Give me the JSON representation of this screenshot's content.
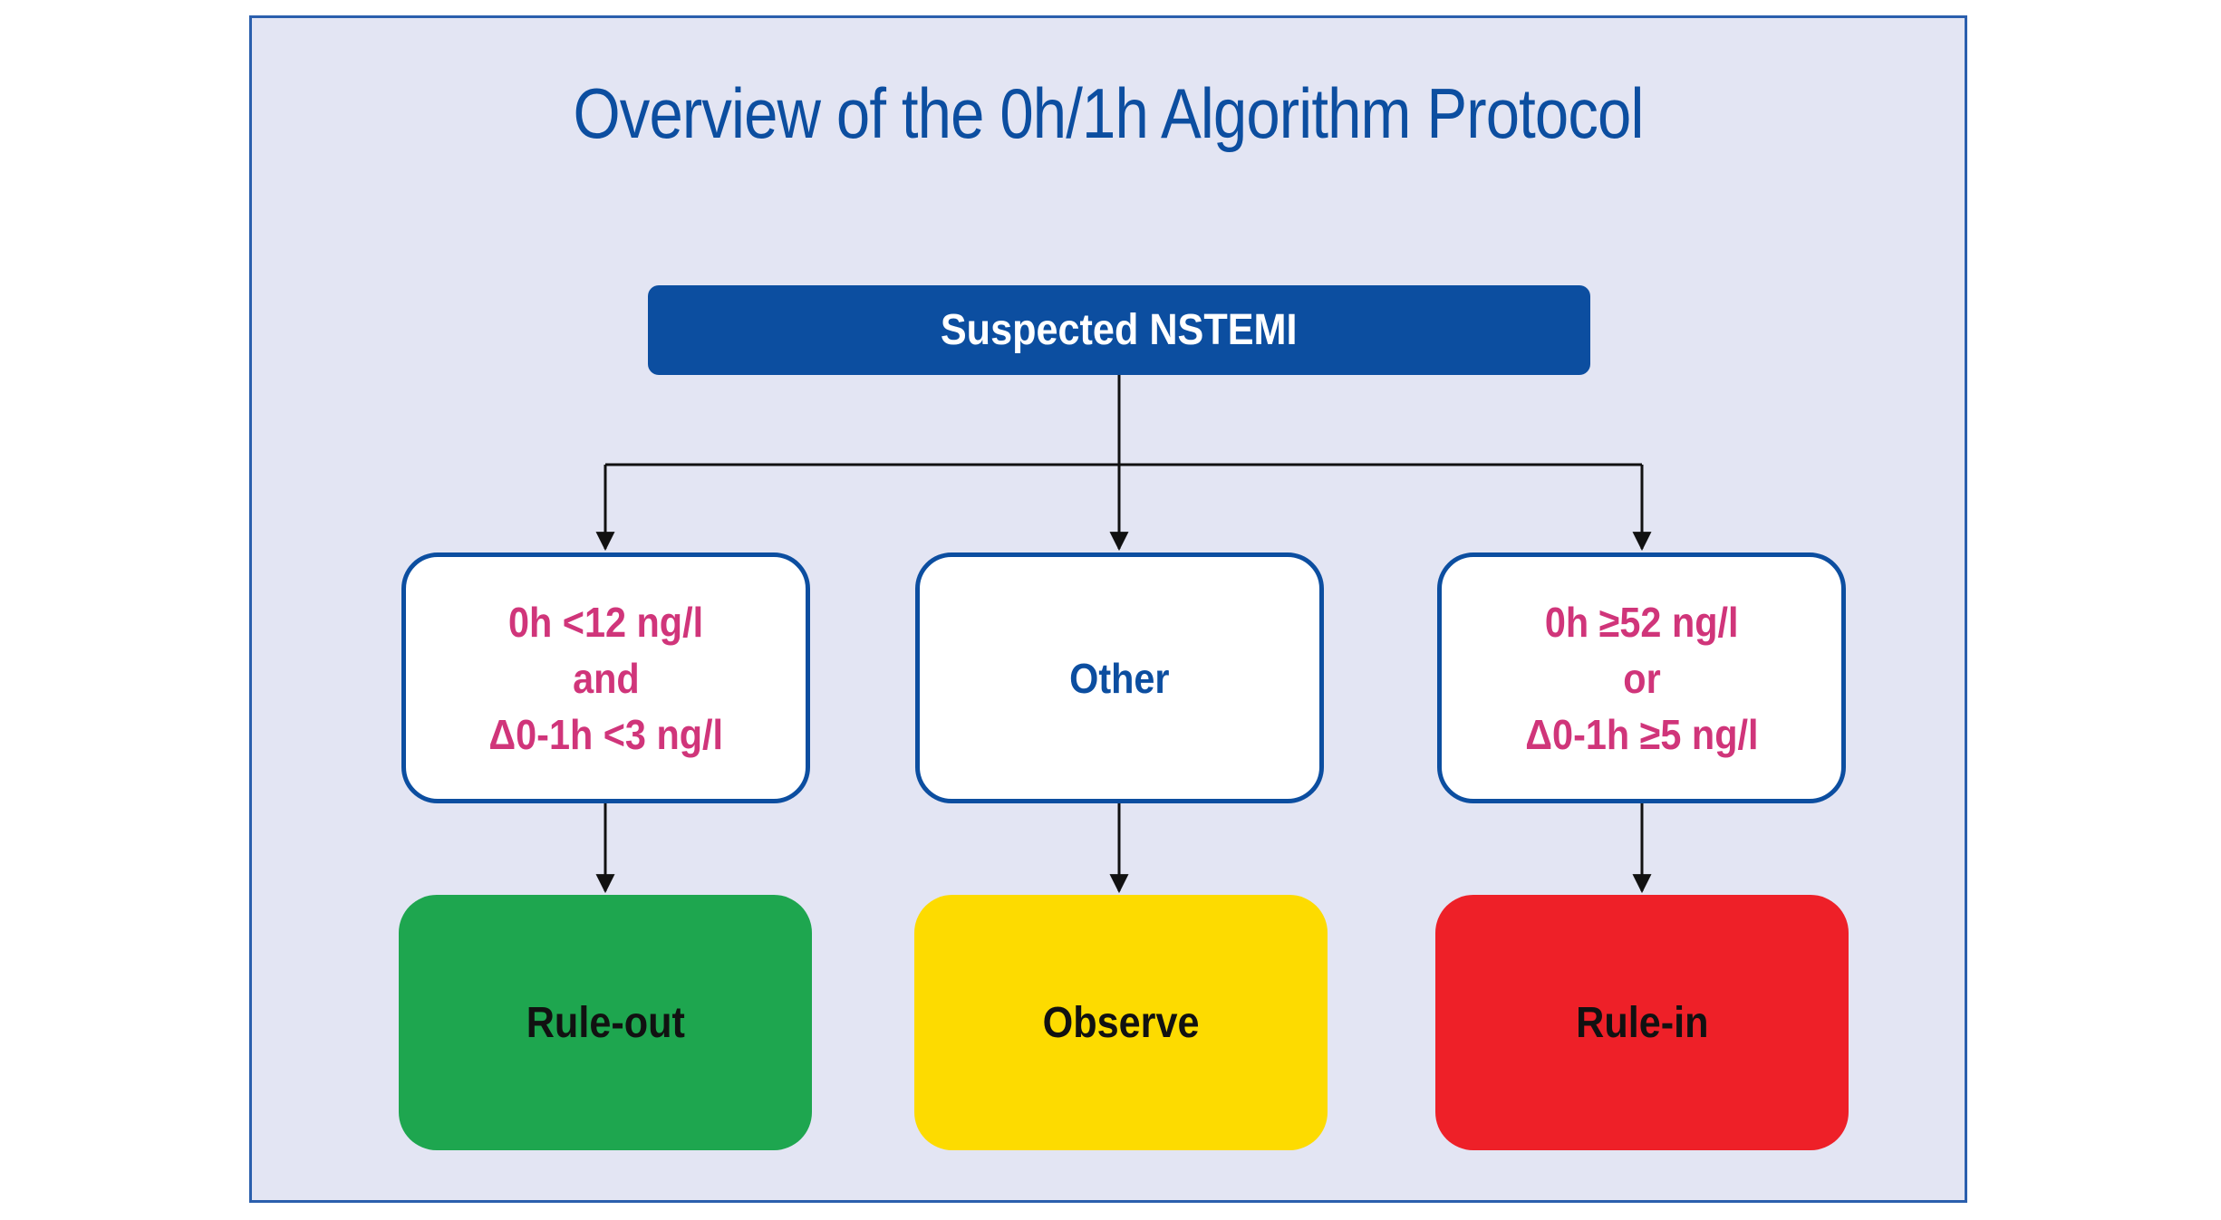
{
  "title": "Overview of the 0h/1h Algorithm Protocol",
  "start": {
    "label": "Suspected NSTEMI"
  },
  "branches": [
    {
      "condition_lines": [
        "0h <12 ng/l",
        "and",
        "Δ0-1h <3 ng/l"
      ],
      "outcome": "Rule-out",
      "outcome_color": "#1ea64f"
    },
    {
      "condition_lines": [
        "Other"
      ],
      "outcome": "Observe",
      "outcome_color": "#fddb00"
    },
    {
      "condition_lines": [
        "0h ≥52 ng/l",
        "or",
        "Δ0-1h ≥5 ng/l"
      ],
      "outcome": "Rule-in",
      "outcome_color": "#ee2028"
    }
  ],
  "colors": {
    "panel_background": "#e3e5f3",
    "panel_border": "#2b5fad",
    "primary_blue": "#0c4ea0",
    "condition_text": "#d0357a",
    "connector": "#111111"
  }
}
